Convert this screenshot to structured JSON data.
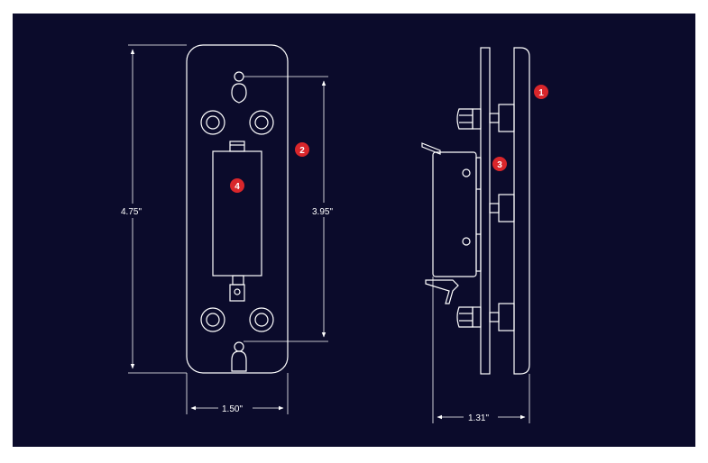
{
  "dimensions": {
    "height_overall": "4.75\"",
    "hole_spacing": "3.95\"",
    "width": "1.50\"",
    "depth": "1.31\""
  },
  "callouts": [
    "1",
    "2",
    "3",
    "4"
  ],
  "colors": {
    "background": "#0b0b2b",
    "line": "#ffffff",
    "badge": "#d9262b"
  }
}
